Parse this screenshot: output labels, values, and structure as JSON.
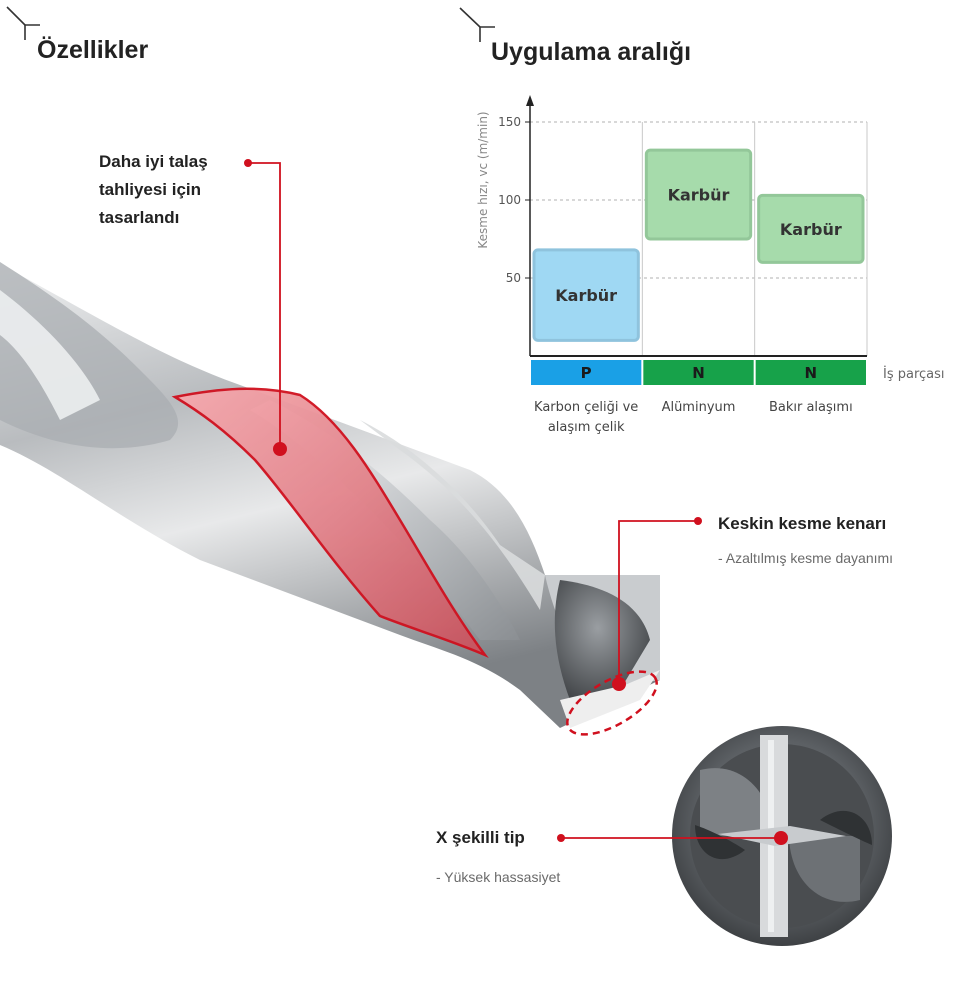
{
  "features": {
    "title": "Özellikler",
    "callouts": {
      "chip": {
        "lines": [
          "Daha iyi talaş",
          "tahliyesi için",
          "tasarlandı"
        ]
      },
      "edge": {
        "title": "Keskin kesme kenarı",
        "sub": "- Azaltılmış kesme dayanımı"
      },
      "tip": {
        "title": "X şekilli tip",
        "sub": "- Yüksek hassasiyet"
      }
    },
    "accent_color": "#d0101e"
  },
  "application": {
    "title": "Uygulama aralığı"
  },
  "chart_data": {
    "type": "bar",
    "title": "Uygulama aralığı",
    "ylabel": "Kesme hızı, vc (m/min)",
    "xlabel": "İş parçası",
    "ylim": [
      0,
      150
    ],
    "yticks": [
      50,
      100,
      150
    ],
    "grid": true,
    "categories": [
      {
        "code": "P",
        "name": "Karbon çeliği ve alaşım çelik",
        "name_lines": [
          "Karbon çeliği ve",
          "alaşım çelik"
        ],
        "color": "#1aa0e6"
      },
      {
        "code": "N",
        "name": "Alüminyum",
        "name_lines": [
          "Alüminyum"
        ],
        "color": "#17a24a"
      },
      {
        "code": "N",
        "name": "Bakır alaşımı",
        "name_lines": [
          "Bakır alaşımı"
        ],
        "color": "#17a24a"
      }
    ],
    "ranges": [
      {
        "label": "Karbür",
        "low": 10,
        "high": 68,
        "fill": "#9fd8f3",
        "stroke": "#8fc3dd"
      },
      {
        "label": "Karbür",
        "low": 75,
        "high": 132,
        "fill": "#a6dbab",
        "stroke": "#93c799"
      },
      {
        "label": "Karbür",
        "low": 60,
        "high": 103,
        "fill": "#a6dbab",
        "stroke": "#93c799"
      }
    ]
  }
}
